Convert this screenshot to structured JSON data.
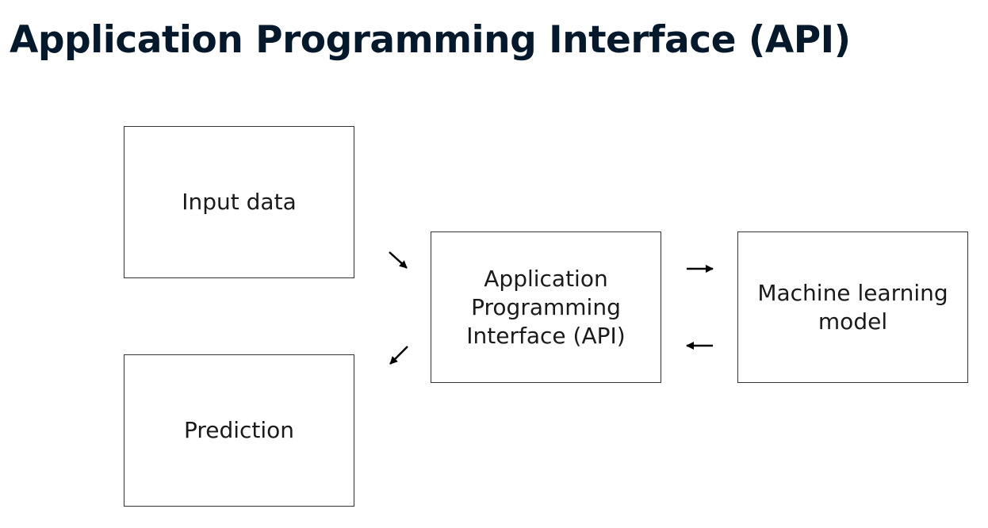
{
  "slide": {
    "title": "Application Programming Interface (API)"
  },
  "diagram": {
    "nodes": {
      "input_data": {
        "label": "Input data"
      },
      "api": {
        "lines": [
          "Application",
          "Programming",
          "Interface (API)"
        ]
      },
      "ml_model": {
        "lines": [
          "Machine learning",
          "model"
        ]
      },
      "prediction": {
        "label": "Prediction"
      }
    },
    "arrow_color": "#000000",
    "border_color": "#333333"
  }
}
